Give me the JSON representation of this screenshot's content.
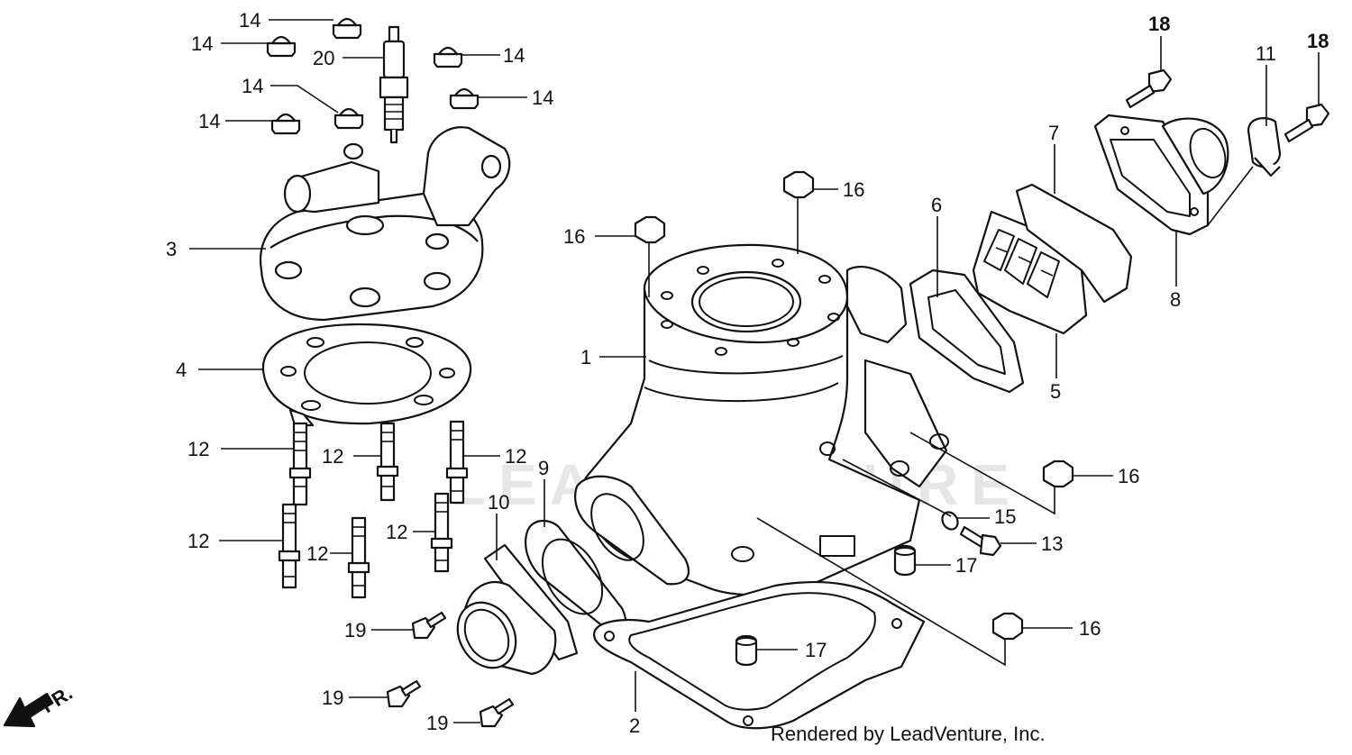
{
  "diagram": {
    "watermark": "LEADVENTURE",
    "credit": "Rendered by LeadVenture, Inc.",
    "front_marker": "FR.",
    "callouts": [
      {
        "id": "c14a",
        "label": "14"
      },
      {
        "id": "c14b",
        "label": "14"
      },
      {
        "id": "c20",
        "label": "20"
      },
      {
        "id": "c14c",
        "label": "14"
      },
      {
        "id": "c14d",
        "label": "14"
      },
      {
        "id": "c14e",
        "label": "14"
      },
      {
        "id": "c14f",
        "label": "14"
      },
      {
        "id": "c3",
        "label": "3"
      },
      {
        "id": "c4",
        "label": "4"
      },
      {
        "id": "c12a",
        "label": "12"
      },
      {
        "id": "c12b",
        "label": "12"
      },
      {
        "id": "c12c",
        "label": "12"
      },
      {
        "id": "c12d",
        "label": "12"
      },
      {
        "id": "c12e",
        "label": "12"
      },
      {
        "id": "c12f",
        "label": "12"
      },
      {
        "id": "c10",
        "label": "10"
      },
      {
        "id": "c9",
        "label": "9"
      },
      {
        "id": "c19a",
        "label": "19"
      },
      {
        "id": "c19b",
        "label": "19"
      },
      {
        "id": "c19c",
        "label": "19"
      },
      {
        "id": "c1",
        "label": "1"
      },
      {
        "id": "c16a",
        "label": "16"
      },
      {
        "id": "c16b",
        "label": "16"
      },
      {
        "id": "c6",
        "label": "6"
      },
      {
        "id": "c7",
        "label": "7"
      },
      {
        "id": "c5",
        "label": "5"
      },
      {
        "id": "c8",
        "label": "8"
      },
      {
        "id": "c11",
        "label": "11"
      },
      {
        "id": "c18a",
        "label": "18"
      },
      {
        "id": "c18b",
        "label": "18"
      },
      {
        "id": "c16c",
        "label": "16"
      },
      {
        "id": "c15",
        "label": "15"
      },
      {
        "id": "c13",
        "label": "13"
      },
      {
        "id": "c17a",
        "label": "17"
      },
      {
        "id": "c17b",
        "label": "17"
      },
      {
        "id": "c16d",
        "label": "16"
      },
      {
        "id": "c2",
        "label": "2"
      }
    ]
  }
}
